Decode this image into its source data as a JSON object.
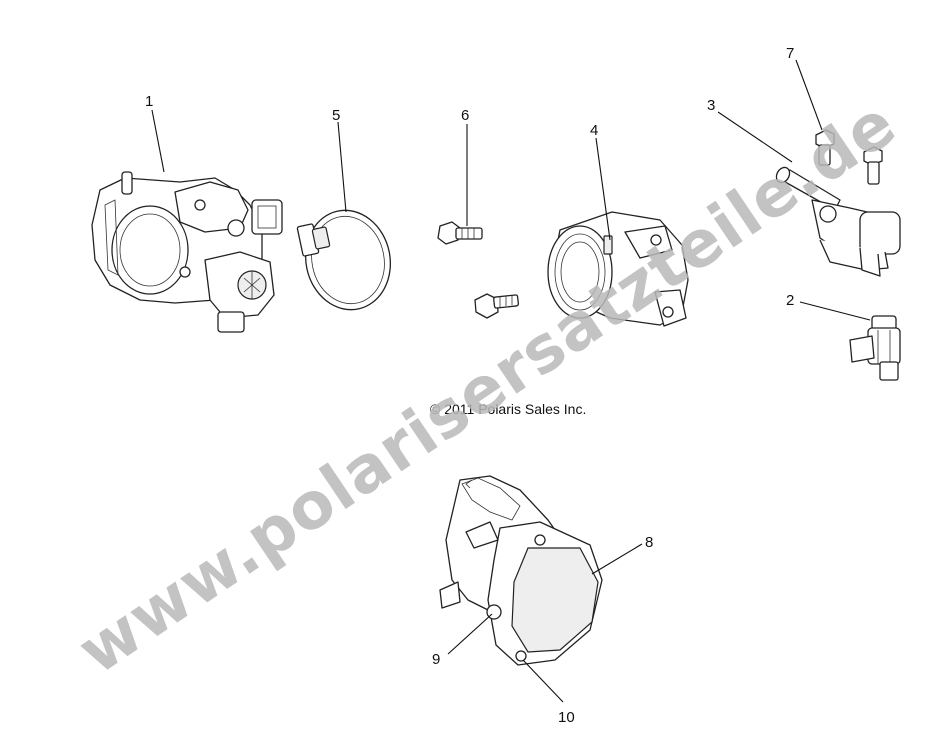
{
  "watermark": {
    "text": "www.polarisersatzteile.de"
  },
  "copyright": "© 2011 Polaris Sales Inc.",
  "callouts": {
    "c1": "1",
    "c2": "2",
    "c3": "3",
    "c4": "4",
    "c5": "5",
    "c6": "6",
    "c7": "7",
    "c8": "8",
    "c9": "9",
    "c10": "10"
  }
}
